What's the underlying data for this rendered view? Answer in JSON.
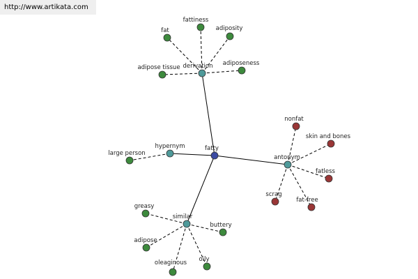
{
  "header": {
    "url": "http://www.artikata.com"
  },
  "colors": {
    "center": "#3b4aa3",
    "relation": "#4f9a9a",
    "green": "#3d8a3d",
    "red": "#9a3636",
    "edge": "#000000"
  },
  "graph": {
    "center": {
      "id": "fatty",
      "label": "fatty"
    },
    "relations": [
      {
        "id": "derivation",
        "label": "derivation"
      },
      {
        "id": "antonym",
        "label": "antonym"
      },
      {
        "id": "hypernym",
        "label": "hypernym"
      },
      {
        "id": "similar",
        "label": "similar"
      }
    ],
    "terms": [
      {
        "id": "fat",
        "label": "fat",
        "relation": "derivation",
        "color": "green"
      },
      {
        "id": "fattiness",
        "label": "fattiness",
        "relation": "derivation",
        "color": "green"
      },
      {
        "id": "adiposity",
        "label": "adiposity",
        "relation": "derivation",
        "color": "green"
      },
      {
        "id": "adipose-tissue",
        "label": "adipose tissue",
        "relation": "derivation",
        "color": "green"
      },
      {
        "id": "adiposeness",
        "label": "adiposeness",
        "relation": "derivation",
        "color": "green"
      },
      {
        "id": "large-person",
        "label": "large person",
        "relation": "hypernym",
        "color": "green"
      },
      {
        "id": "nonfat",
        "label": "nonfat",
        "relation": "antonym",
        "color": "red"
      },
      {
        "id": "skin-and-bones",
        "label": "skin and bones",
        "relation": "antonym",
        "color": "red"
      },
      {
        "id": "fatless",
        "label": "fatless",
        "relation": "antonym",
        "color": "red"
      },
      {
        "id": "fat-free",
        "label": "fat-free",
        "relation": "antonym",
        "color": "red"
      },
      {
        "id": "scrag",
        "label": "scrag",
        "relation": "antonym",
        "color": "red"
      },
      {
        "id": "greasy",
        "label": "greasy",
        "relation": "similar",
        "color": "green"
      },
      {
        "id": "buttery",
        "label": "buttery",
        "relation": "similar",
        "color": "green"
      },
      {
        "id": "adipose",
        "label": "adipose",
        "relation": "similar",
        "color": "green"
      },
      {
        "id": "oleaginous",
        "label": "oleaginous",
        "relation": "similar",
        "color": "green"
      },
      {
        "id": "oily",
        "label": "oily",
        "relation": "similar",
        "color": "green"
      }
    ]
  }
}
